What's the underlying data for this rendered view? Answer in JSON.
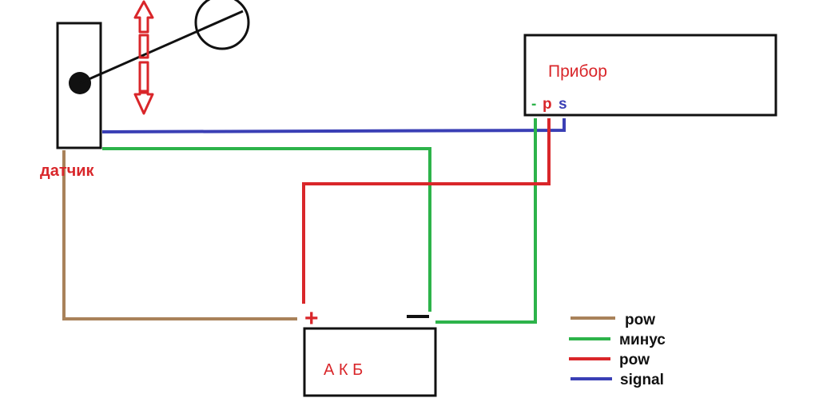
{
  "labels": {
    "device": "Прибор",
    "sensor": "датчик",
    "battery": "А К Б",
    "plus": "+",
    "pin_minus": "-",
    "pin_p": "p",
    "pin_s": "s"
  },
  "legend": [
    {
      "label": "pow",
      "color": "#a9825a"
    },
    {
      "label": "минус",
      "color": "#2db34a"
    },
    {
      "label": "pow",
      "color": "#d9262a"
    },
    {
      "label": "signal",
      "color": "#3a3fb5"
    }
  ],
  "colors": {
    "brown": "#a9825a",
    "green": "#2db34a",
    "red": "#d9262a",
    "blue": "#3a3fb5",
    "black": "#111111"
  }
}
